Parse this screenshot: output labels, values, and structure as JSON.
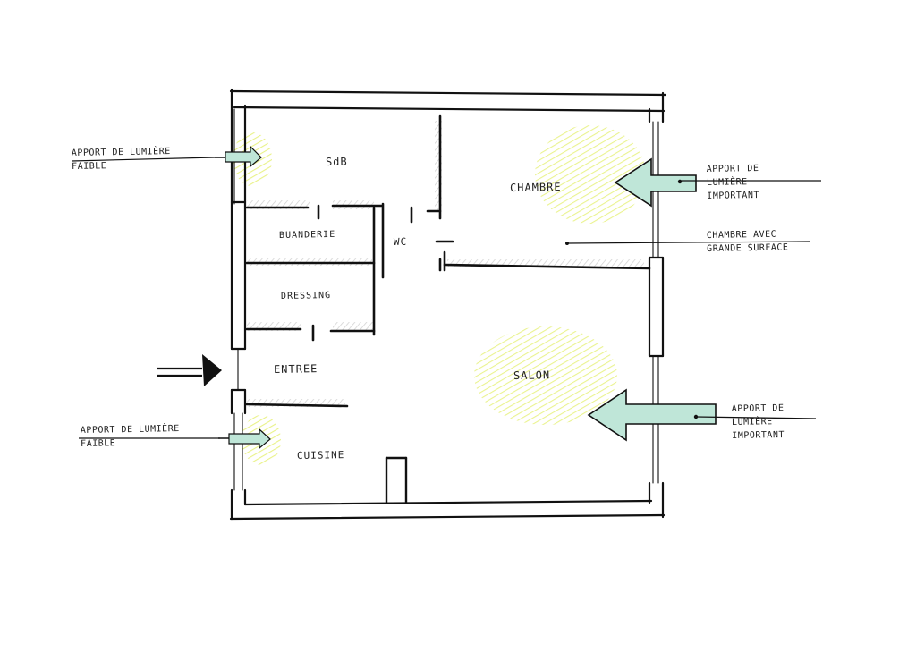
{
  "rooms": {
    "sdb": "SdB",
    "chambre": "CHAMBRE",
    "buanderie": "BUANDERIE",
    "wc": "WC",
    "dressing": "DRESSING",
    "entree": "ENTREE",
    "salon": "SALON",
    "cuisine": "CUISINE"
  },
  "notes": {
    "top_left": [
      "APPORT DE LUMIÈRE",
      "FAIBLE"
    ],
    "bottom_left": [
      "APPORT DE LUMIÈRE",
      "FAIBLE"
    ],
    "chambre_light": [
      "APPORT DE",
      "LUMIÈRE",
      "IMPORTANT"
    ],
    "chambre_surface": [
      "CHAMBRE AVEC",
      "GRANDE SURFACE"
    ],
    "salon_light": [
      "APPORT DE",
      "LUMIÈRE",
      "IMPORTANT"
    ]
  },
  "colors": {
    "ink": "#111111",
    "light_yellow": "#e4f06a",
    "light_teal": "#bfe6d8",
    "shade_grey": "#9a9a9a"
  }
}
